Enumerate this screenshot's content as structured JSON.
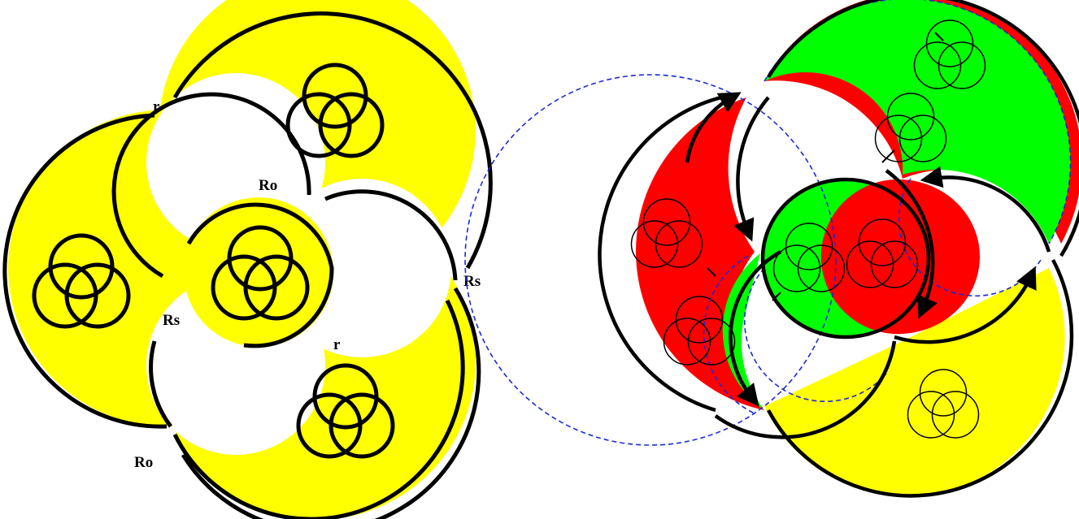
{
  "left_diagram": {
    "labels": {
      "r_top": "r",
      "ro_center": "Ro",
      "rs_right": "Rs",
      "rs_left": "Rs",
      "r_lower": "r",
      "ro_bottom": "Ro"
    }
  },
  "colors": {
    "yellow": "#ffff00",
    "red": "#ff0000",
    "green": "#00ff00",
    "ink": "#000000",
    "dashed_circle": "#1a2bd6"
  }
}
